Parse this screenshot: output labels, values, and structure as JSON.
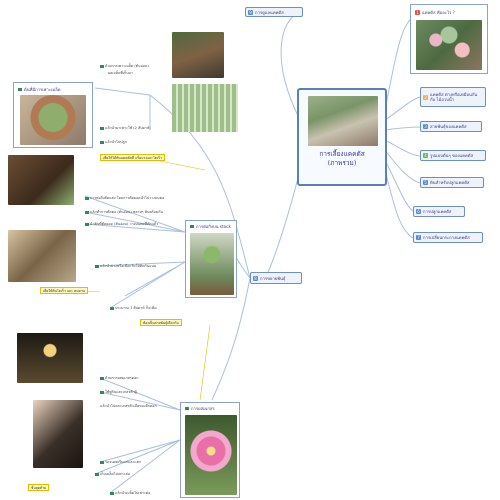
{
  "central": {
    "title_line1": "การเลี้ยงแคคตัส",
    "title_line2": "(ภาพรวม)"
  },
  "right_topics": [
    {
      "num": "1",
      "color": "#d9534f",
      "label": "แคคตัส คืออะไร ?"
    },
    {
      "num": "2",
      "color": "#f0ad4e",
      "label_line1": "แคคตัส ต่างหรือเหมือนกัน",
      "label_line2": "กับ ไม้อวบน้ำ"
    },
    {
      "num": "3",
      "color": "#5b8bd0",
      "label": "สายพันธุ์ของแคคตัส"
    },
    {
      "num": "4",
      "color": "#5cb85c",
      "label": "รูปแบบต้นๆ ของแคคตัส"
    },
    {
      "num": "5",
      "color": "#5b8bd0",
      "label": "ดินสำหรับปลูกแคคตัส"
    },
    {
      "num": "6",
      "color": "#5b8bd0",
      "label": "การปลูกแคคตัส"
    },
    {
      "num": "7",
      "color": "#5b8bd0",
      "label": "การเปลี่ยนกระถางแคคตัส"
    }
  ],
  "top_topic": {
    "num": "9",
    "color": "#5b8bd0",
    "label": "การดูแลแคคตัส"
  },
  "mid_topic": {
    "num": "8",
    "color": "#5b8bd0",
    "label": "การขยายพันธุ์"
  },
  "frames": {
    "seedling": "ต้นที่มีการเพาะเมล็ด",
    "stock": "การต่อกิ่งบน stock",
    "flower": "การผสมเกสร"
  },
  "leaves": [
    "ด้วยการเพาะเมล็ด (ต้นอ่อน)",
    "ผลเมล็ดที่เก็บมา",
    "แล้วนำมาเพาะใช้ (2 สัปดาห์)",
    "แล้วนำไปปลูก",
    "การต่อกิ่งตัดแต่ง โดยการตัดยอดนำไปวางบนตอ",
    "แล้วทำการตัดตอ (ต้นอ่อน) หลายๆ ต้นพร้อมกัน",
    "นำต้นที่ตัดยอด (ต้นอ่อน) วางบนตอที่ตัดแล้ว",
    "แล้วนำยางหรือเชือกรัดให้ติดกันแน่น",
    "ประมาณ 1 สัปดาห์ ก็จะติด",
    "ด้วยการผสมเกสรดอก",
    "ใช้พู่กันแตะเกสรตัวผู้",
    "แล้วนำไปแตะเกสรตัวเมียของอีกดอก",
    "รอจนผลเริ่มแก่และแตก",
    "เก็บเมล็ดไปเพาะต่อ",
    "แล้วนำเมล็ดไปเพาะต่อ"
  ],
  "notes": [
    "เพื่อให้ได้ต้นแคคตัสที่ แข็งแรงและโตเร็ว",
    "เพื่อให้ต้นโตเร็ว และ ทนทาน",
    "ต้องเป็นสายพันธุ์เดียวกัน",
    "ขั้นสุดท้าย"
  ],
  "colors": {
    "accent": "#5b7fb7",
    "connector": "#a9c0dc",
    "note_bg": "#fff7b8"
  }
}
